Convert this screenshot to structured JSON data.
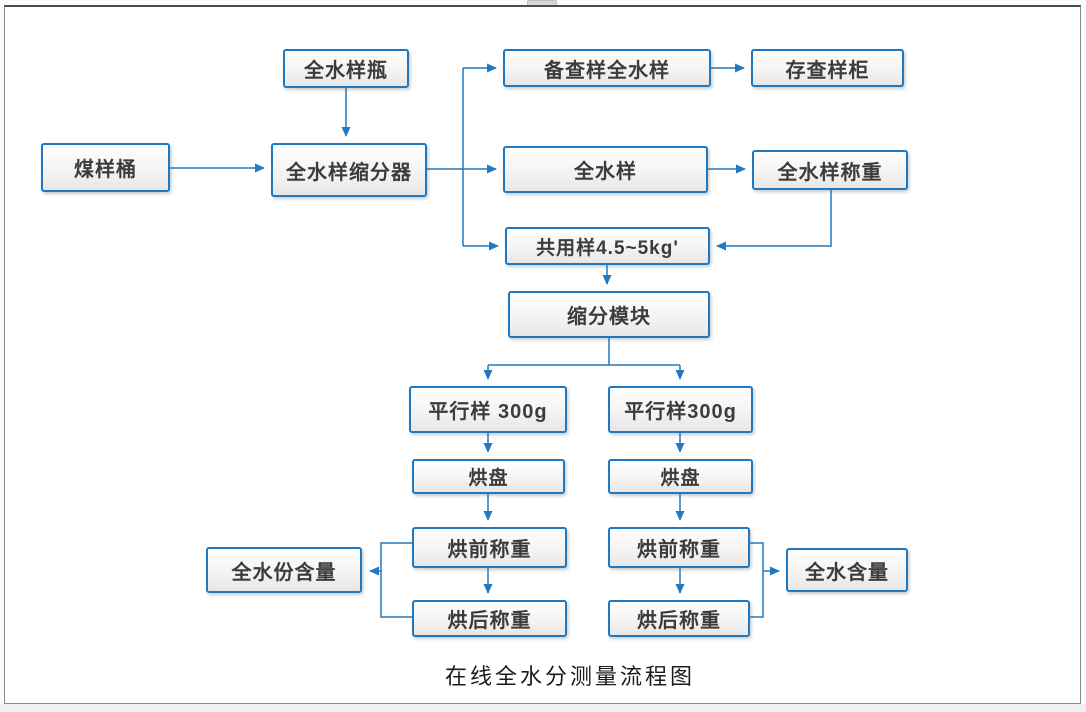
{
  "page": {
    "caption": "在线全水分测量流程图"
  },
  "colors": {
    "node_border": "#1e79c2",
    "connector": "#2478bf",
    "node_text": "#3c3c3c",
    "canvas_border": "#8c8c8c"
  },
  "nodes": {
    "coal_sample_bucket": {
      "label": "煤样桶"
    },
    "moisture_sample_bottle": {
      "label": "全水样瓶"
    },
    "moisture_sample_divider": {
      "label": "全水样缩分器"
    },
    "reference_moisture_sample": {
      "label": "备查样全水样"
    },
    "reference_sample_cabinet": {
      "label": "存查样柜"
    },
    "whole_moisture_sample": {
      "label": "全水样"
    },
    "moisture_sample_weighing": {
      "label": "全水样称重"
    },
    "shared_sample": {
      "label": "共用样4.5~5kg'"
    },
    "division_module": {
      "label": "缩分模块"
    },
    "parallel_sample_left": {
      "label": "平行样 300g"
    },
    "parallel_sample_right": {
      "label": "平行样300g"
    },
    "drying_tray_left": {
      "label": "烘盘"
    },
    "drying_tray_right": {
      "label": "烘盘"
    },
    "pre_drying_weighing_left": {
      "label": "烘前称重"
    },
    "pre_drying_weighing_right": {
      "label": "烘前称重"
    },
    "post_drying_weighing_left": {
      "label": "烘后称重"
    },
    "post_drying_weighing_right": {
      "label": "烘后称重"
    },
    "total_moisture_content_left": {
      "label": "全水份含量"
    },
    "total_moisture_content_right": {
      "label": "全水含量"
    }
  }
}
